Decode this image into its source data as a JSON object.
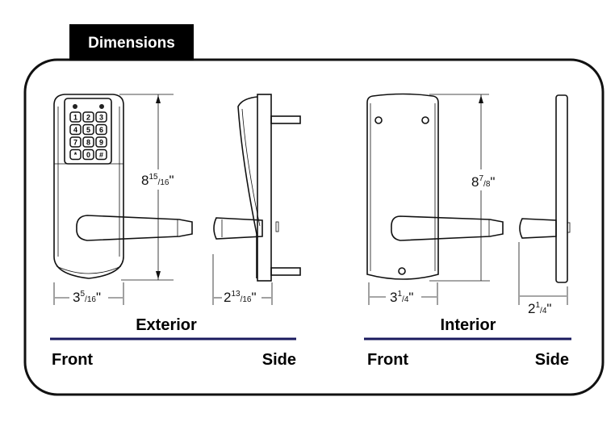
{
  "tab": {
    "title": "Dimensions"
  },
  "exterior": {
    "heading": "Exterior",
    "front_label": "Front",
    "side_label": "Side",
    "height": {
      "whole": "8",
      "num": "15",
      "den": "16",
      "unit": "\""
    },
    "width": {
      "whole": "3",
      "num": "5",
      "den": "16",
      "unit": "\""
    },
    "depth": {
      "whole": "2",
      "num": "13",
      "den": "16",
      "unit": "\""
    },
    "keypad_keys": [
      "1",
      "2",
      "3",
      "4",
      "5",
      "6",
      "7",
      "8",
      "9",
      "*",
      "0",
      "#"
    ]
  },
  "interior": {
    "heading": "Interior",
    "front_label": "Front",
    "side_label": "Side",
    "height": {
      "whole": "8",
      "num": "7",
      "den": "8",
      "unit": "\""
    },
    "width": {
      "whole": "3",
      "num": "1",
      "den": "4",
      "unit": "\""
    },
    "depth": {
      "whole": "2",
      "num": "1",
      "den": "4",
      "unit": "\""
    }
  },
  "colors": {
    "tab_bg": "#000000",
    "rule": "#1a1a5e",
    "frame": "#111111"
  }
}
